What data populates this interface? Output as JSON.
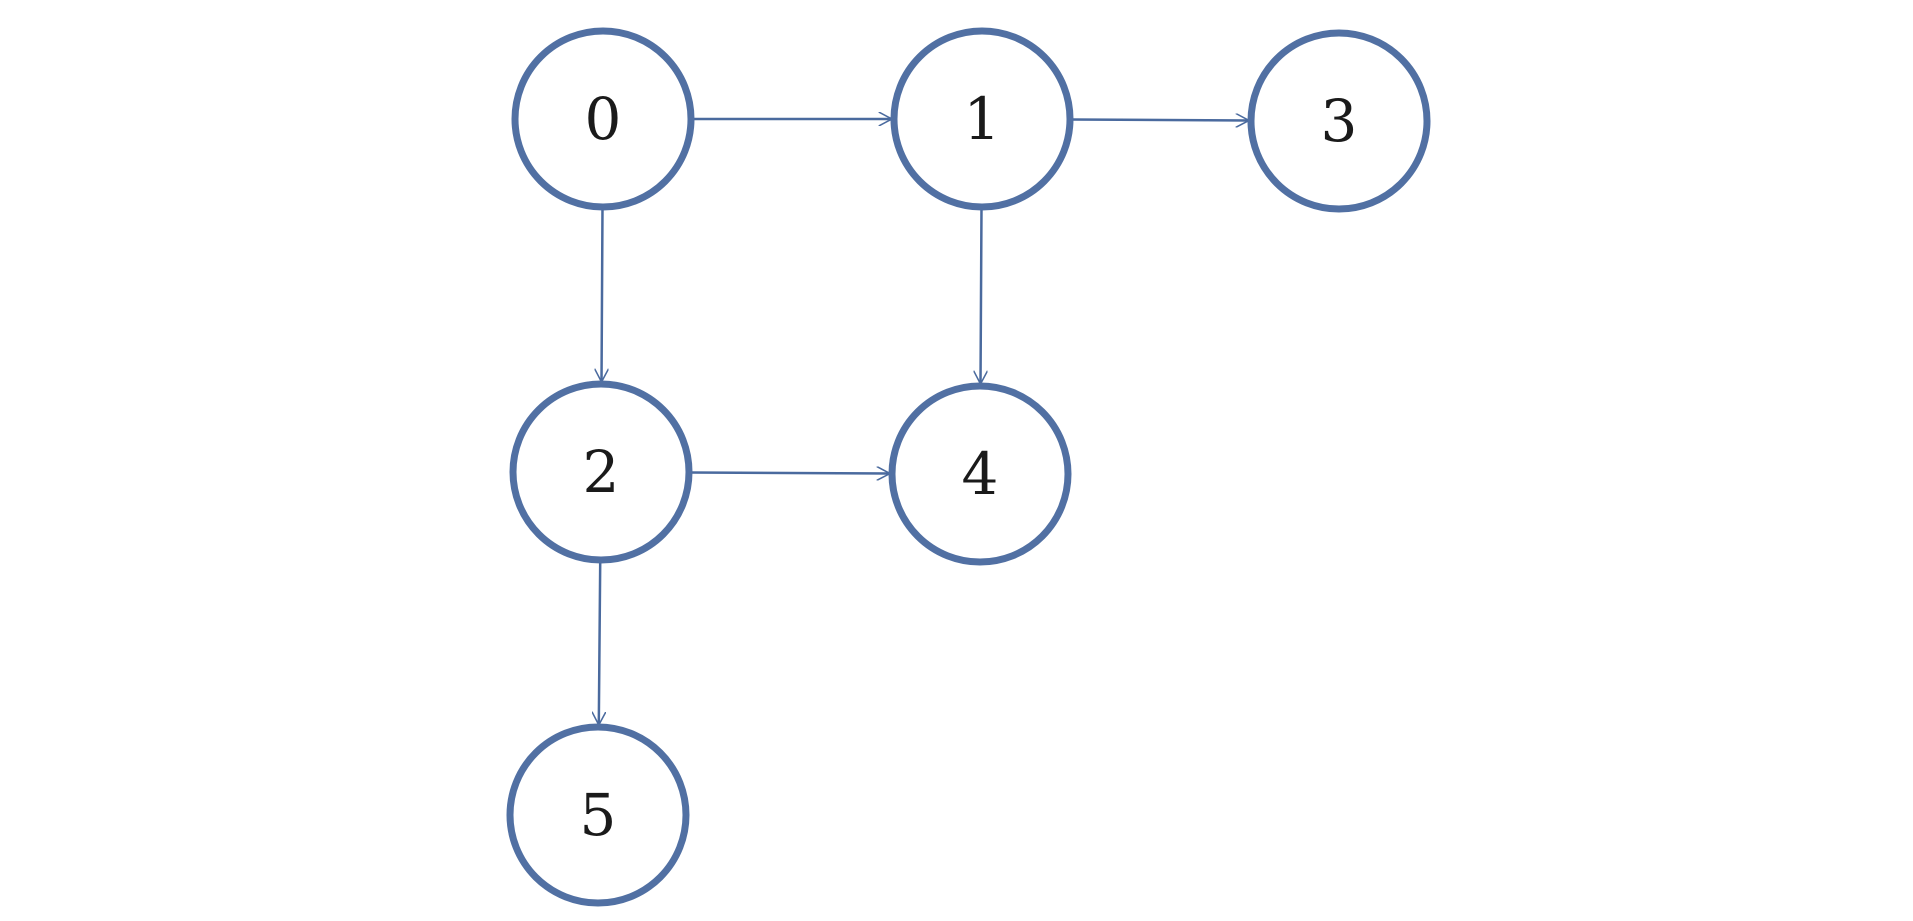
{
  "colors": {
    "node_stroke": "#5170a3",
    "edge_stroke": "#4a6a9e",
    "label": "#1a1a1a"
  },
  "nodes": [
    {
      "id": "0",
      "label": "0"
    },
    {
      "id": "1",
      "label": "1"
    },
    {
      "id": "2",
      "label": "2"
    },
    {
      "id": "3",
      "label": "3"
    },
    {
      "id": "4",
      "label": "4"
    },
    {
      "id": "5",
      "label": "5"
    }
  ],
  "edges": [
    {
      "from": "0",
      "to": "1"
    },
    {
      "from": "0",
      "to": "2"
    },
    {
      "from": "1",
      "to": "3"
    },
    {
      "from": "1",
      "to": "4"
    },
    {
      "from": "2",
      "to": "4"
    },
    {
      "from": "2",
      "to": "5"
    }
  ]
}
